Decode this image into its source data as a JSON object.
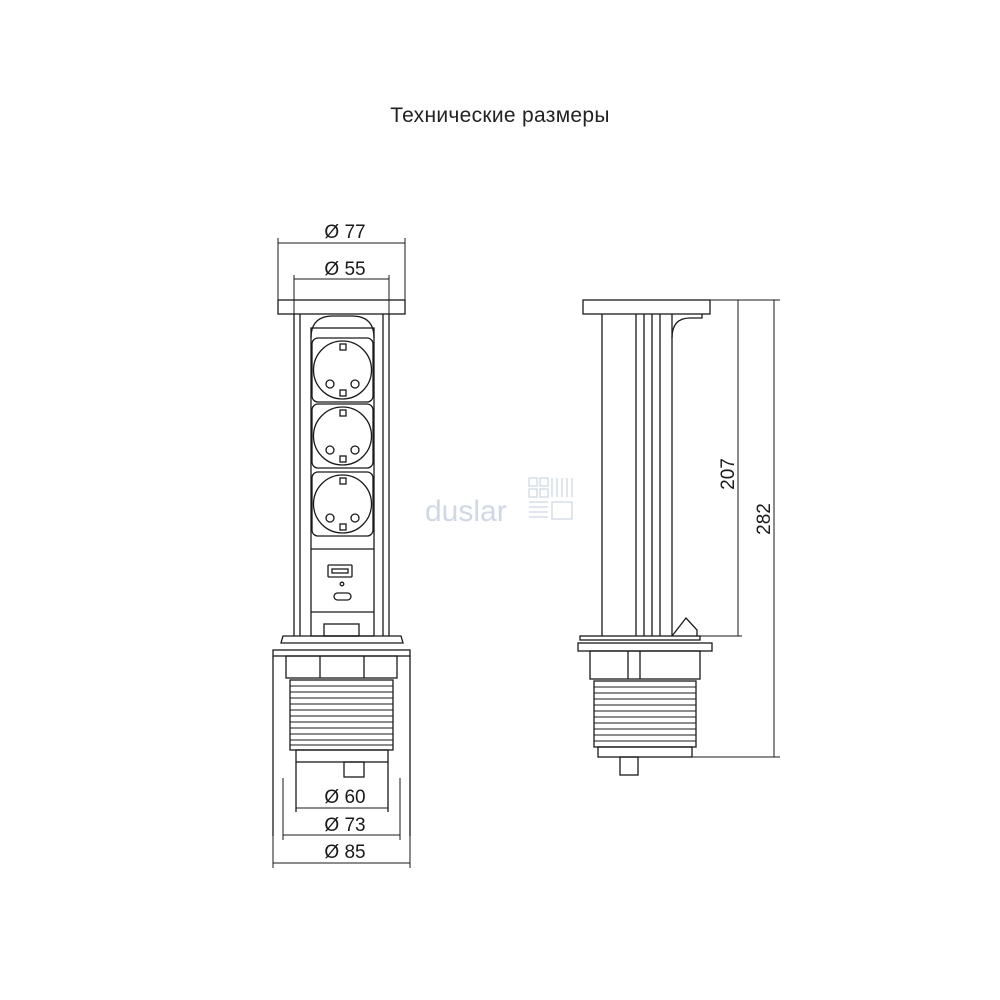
{
  "title": "Технические размеры",
  "dimensions": {
    "top_outer": "Ø 77",
    "top_inner": "Ø 55",
    "base_inner": "Ø 60",
    "base_mid": "Ø 73",
    "base_outer": "Ø 85",
    "body_height": "207",
    "total_height": "282"
  },
  "watermark": {
    "text": "duslar"
  },
  "colors": {
    "line": "#1a1a1a",
    "watermark": "#cfd8e4"
  }
}
